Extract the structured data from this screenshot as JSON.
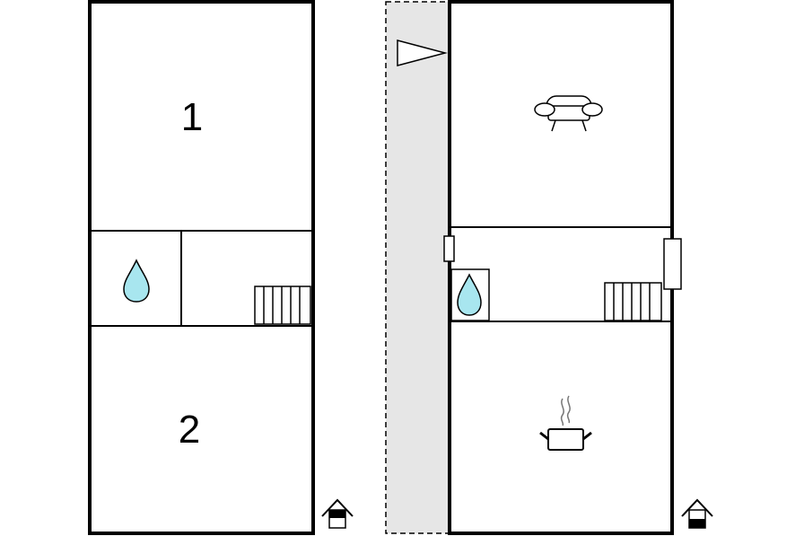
{
  "floors": [
    {
      "id": "upper-floor",
      "rooms": [
        {
          "id": "bedroom-1",
          "label": "1"
        },
        {
          "id": "bedroom-2",
          "label": "2"
        },
        {
          "id": "bathroom",
          "icon": "water-drop-icon"
        },
        {
          "id": "hall",
          "icon": "stairs-icon"
        }
      ],
      "level_icon": "house-upper-floor-icon"
    },
    {
      "id": "ground-floor",
      "rooms": [
        {
          "id": "living-room",
          "icon": "sofa-icon"
        },
        {
          "id": "bathroom",
          "icon": "water-drop-icon"
        },
        {
          "id": "hall",
          "icon": "stairs-icon"
        },
        {
          "id": "kitchen",
          "icon": "cooking-pot-icon"
        }
      ],
      "level_icon": "house-ground-floor-icon",
      "terrace": {
        "icon": "entrance-arrow-icon"
      }
    }
  ],
  "colors": {
    "wall": "#000000",
    "water": "#a8e6ef",
    "terrace": "#e6e6e6",
    "steam": "#777777"
  }
}
